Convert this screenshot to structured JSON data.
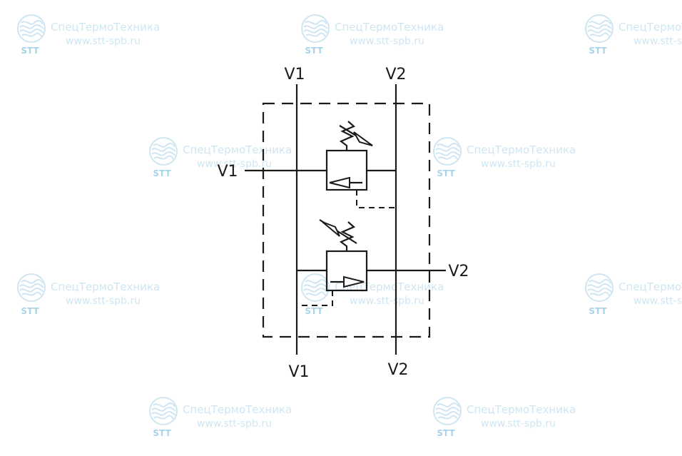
{
  "watermark": {
    "brand": "СпецТермоТехника",
    "url": "www.stt-spb.ru",
    "logo_text": "STT",
    "color": "#cfe6f2"
  },
  "ports": {
    "top_left": "V1",
    "top_right": "V2",
    "side_left": "V1",
    "side_right": "V2",
    "bottom_left": "V1",
    "bottom_right": "V2"
  },
  "colors": {
    "line": "#1a1a1a",
    "background": "#ffffff"
  }
}
